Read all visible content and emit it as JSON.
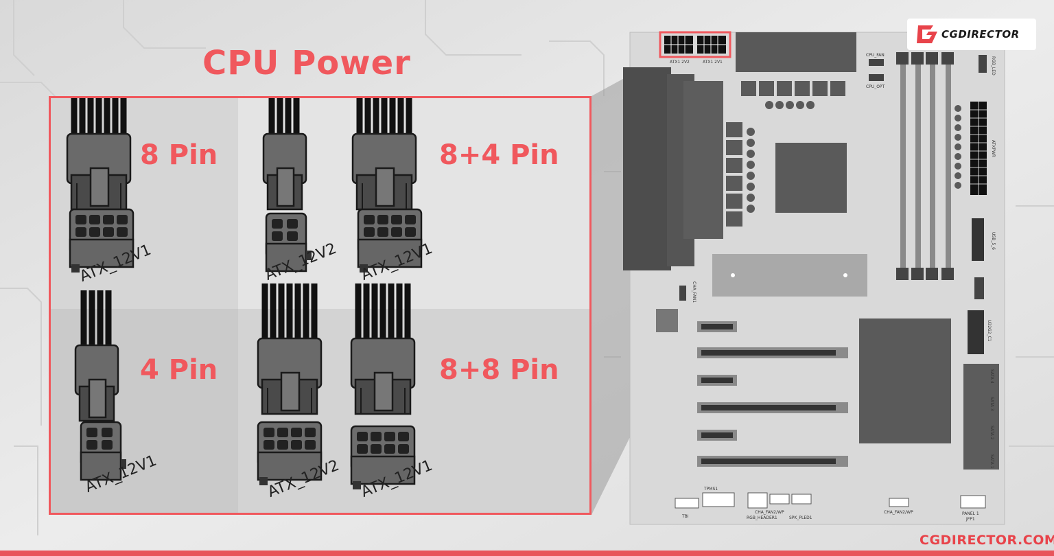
{
  "title": "CPU Power",
  "pin_labels": {
    "eight": "8 Pin",
    "eight_four": "8+4 Pin",
    "four": "4 Pin",
    "eight_eight": "8+8 Pin"
  },
  "connector_labels": {
    "c8_atx": "ATX_12V1",
    "c84_a": "ATX_12V2",
    "c84_b": "ATX_12V1",
    "c4_atx": "ATX_12V1",
    "c88_a": "ATX_12V2",
    "c88_b": "ATX_12V1"
  },
  "motherboard_labels": {
    "atx_12v2": "ATX1 2V2",
    "atx_12v1": "ATX1 2V1",
    "cpu_fan": "CPU_FAN",
    "cpu_opt": "CPU_OPT",
    "rgb_led": "RGB_LED",
    "atxpwr": "ATXPWR",
    "usb56": "USB_5_6",
    "cha_fan1": "CHA_FAN1",
    "u32g2_c1": "U32G2_C1",
    "sata4": "SATA 4",
    "sata3": "SATA 3",
    "sata2": "SATA 2",
    "sata1": "SATA 1",
    "tpms1": "TPMS1",
    "tbi": "TBI",
    "cha_fan2": "CHA_FAN2/WP",
    "rgb_header": "RGB_HEADER1",
    "spk_pled": "SPK_PLED1",
    "cha_fan2_b": "CHA_FAN2/WP",
    "panel1": "PANEL 1",
    "jfp1": "JFP1"
  },
  "brand": {
    "logo_text": "CGDIRECTOR",
    "site": "CGDIRECTOR.COM"
  },
  "colors": {
    "accent": "#f0585d",
    "board": "#d8d8d8",
    "component": "#666666"
  }
}
